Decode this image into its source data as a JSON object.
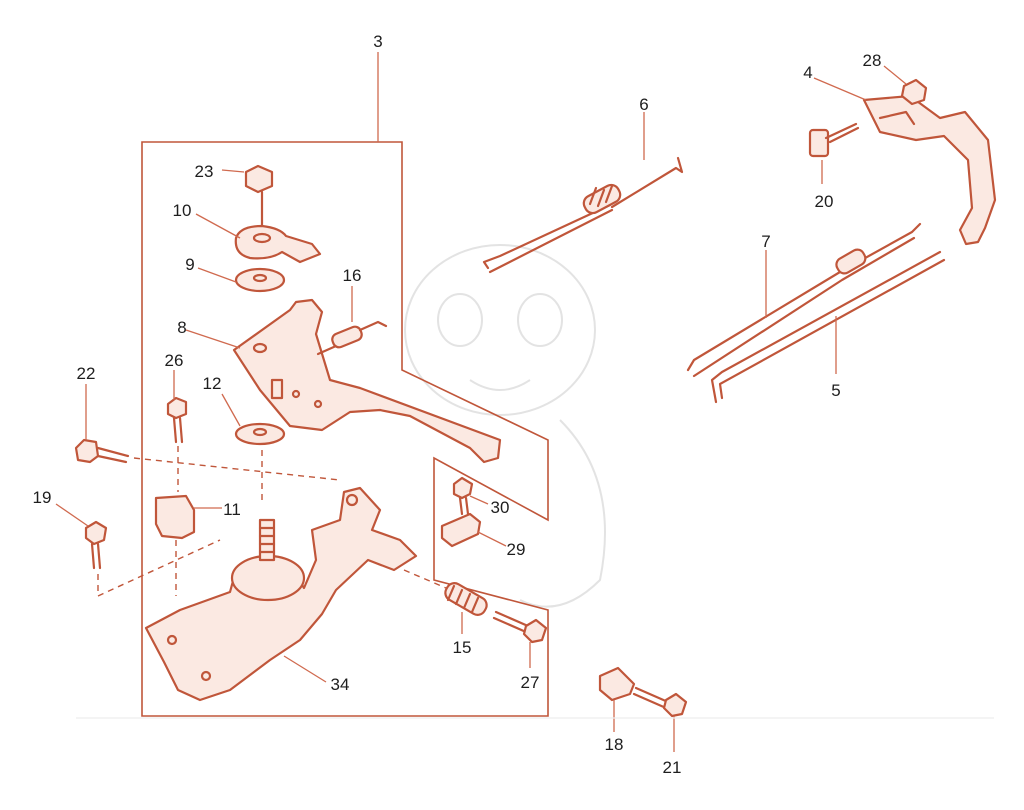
{
  "callouts": {
    "c3": "3",
    "c4": "4",
    "c5": "5",
    "c6": "6",
    "c7": "7",
    "c8": "8",
    "c9": "9",
    "c10": "10",
    "c11": "11",
    "c12": "12",
    "c15": "15",
    "c16": "16",
    "c18": "18",
    "c19": "19",
    "c20": "20",
    "c21": "21",
    "c22": "22",
    "c23": "23",
    "c26": "26",
    "c27": "27",
    "c28": "28",
    "c29": "29",
    "c30": "30",
    "c34": "34"
  },
  "colors": {
    "line": "#c0563a",
    "fill": "#fbe9e2",
    "label": "#1e1e1e"
  }
}
